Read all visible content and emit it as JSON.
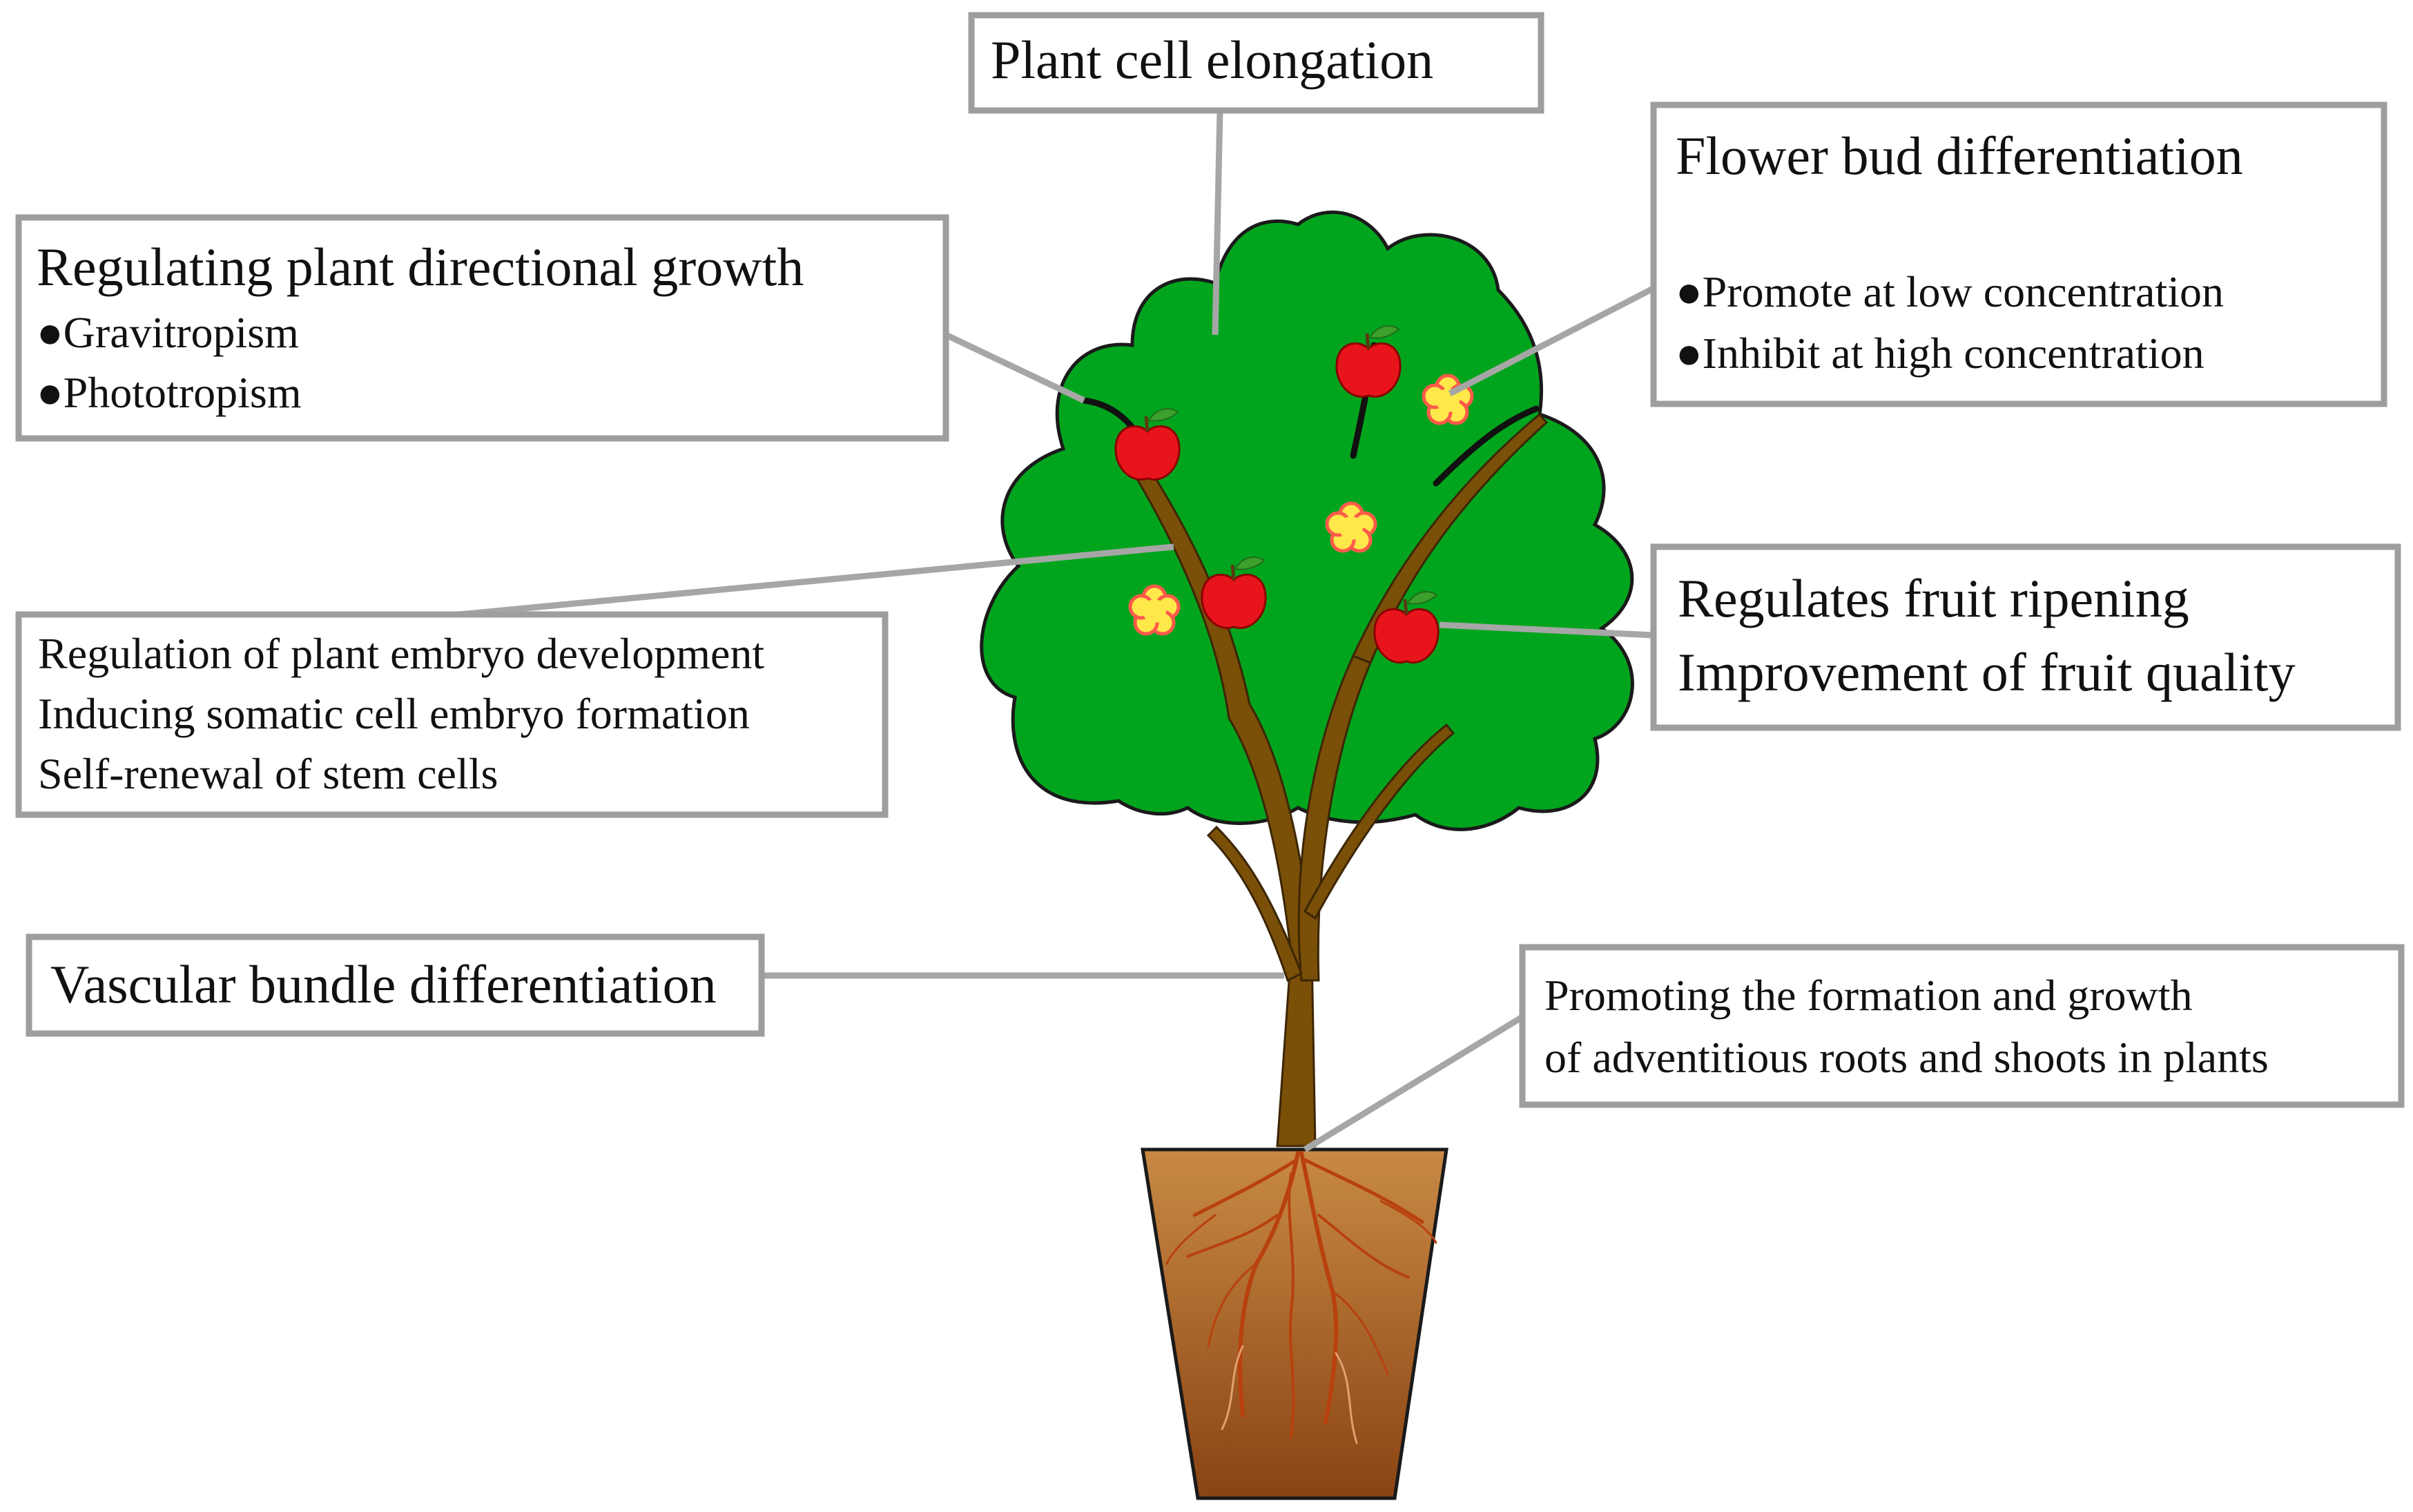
{
  "colors": {
    "background": "#ffffff",
    "box_border": "#9e9e9e",
    "connector": "#a6a6a6",
    "canopy": "#00a51d",
    "canopy_outline": "#1a1a1a",
    "trunk": "#7a4f08",
    "pot_top": "#c98a45",
    "pot_bottom": "#8a4313",
    "roots": "#b8410e",
    "fruit": "#e8141c",
    "fruit_leaf": "#3ba02c",
    "flower_petal": "#ffe84a",
    "flower_edge": "#ff5a4a"
  },
  "labels": {
    "elongation": "Plant cell elongation",
    "flower_bud": {
      "title": "Flower bud differentiation",
      "points": [
        "●Promote at low concentration",
        "●Inhibit at high concentration"
      ]
    },
    "directional": {
      "title": "Regulating plant directional growth",
      "points": [
        "●Gravitropism",
        "●Phototropism"
      ]
    },
    "embryo": {
      "lines": [
        "Regulation of plant embryo development",
        "Inducing somatic cell embryo formation",
        "Self-renewal of stem cells"
      ]
    },
    "fruit": {
      "lines": [
        "Regulates fruit ripening",
        "Improvement of fruit quality"
      ]
    },
    "vascular": "Vascular bundle differentiation",
    "roots": {
      "lines": [
        "Promoting the formation and growth",
        "of adventitious roots and shoots in plants"
      ]
    }
  },
  "icons": {
    "fruit": "apple-icon",
    "flower": "flower-icon",
    "pot": "flower-pot-icon"
  }
}
